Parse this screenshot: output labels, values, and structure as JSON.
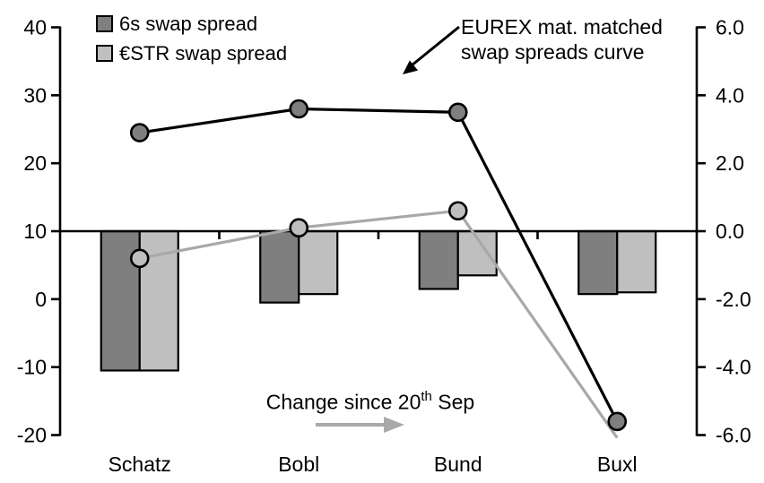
{
  "legend": {
    "items": [
      {
        "label": "6s swap spread",
        "color": "#7f7f7f"
      },
      {
        "label": "€STR swap spread",
        "color": "#bfbfbf"
      }
    ]
  },
  "annotations": {
    "curve_label": "EUREX mat. matched\nswap spreads curve",
    "change_prefix": "Change since 20",
    "change_sup": "th",
    "change_suffix": " Sep"
  },
  "chart_data": {
    "type": "combo-bar-line",
    "categories": [
      "Schatz",
      "Bobl",
      "Bund",
      "Buxl"
    ],
    "bar_series": [
      {
        "name": "6s swap spread change since 20th Sep",
        "yaxis": "right",
        "color": "#7f7f7f",
        "values": [
          -4.1,
          -2.1,
          -1.7,
          -1.85
        ]
      },
      {
        "name": "€STR swap spread change since 20th Sep",
        "yaxis": "right",
        "color": "#bfbfbf",
        "values": [
          -4.1,
          -1.85,
          -1.3,
          -1.8
        ]
      }
    ],
    "line_series": [
      {
        "name": "€STR swap spread curve (EUREX mat. matched)",
        "yaxis": "left",
        "color": "#a8a8a8",
        "marker_fill": "#bfbfbf",
        "values": [
          6.0,
          10.5,
          13.0,
          -20.4
        ],
        "markers": [
          true,
          true,
          true,
          false
        ]
      },
      {
        "name": "6s swap spread curve (EUREX mat. matched)",
        "yaxis": "left",
        "color": "#000000",
        "marker_fill": "#7f7f7f",
        "values": [
          24.5,
          28.0,
          27.5,
          -18.0
        ],
        "markers": [
          true,
          true,
          true,
          true
        ]
      }
    ],
    "left_axis": {
      "min": -20,
      "max": 40,
      "tick_labels": [
        "40",
        "30",
        "20",
        "10",
        "0",
        "-10",
        "-20"
      ]
    },
    "right_axis": {
      "min": -6,
      "max": 6,
      "tick_labels": [
        "6.0",
        "4.0",
        "2.0",
        "0.0",
        "-2.0",
        "-4.0",
        "-6.0"
      ]
    },
    "bars_baseline_right_value": 0.0,
    "lines_note": "EUREX mat. matched swap spreads curve (left axis)",
    "bars_note": "Change since 20th Sep (right axis)",
    "legend_position": "top-left",
    "grid": false,
    "axis_color": "#000000"
  }
}
